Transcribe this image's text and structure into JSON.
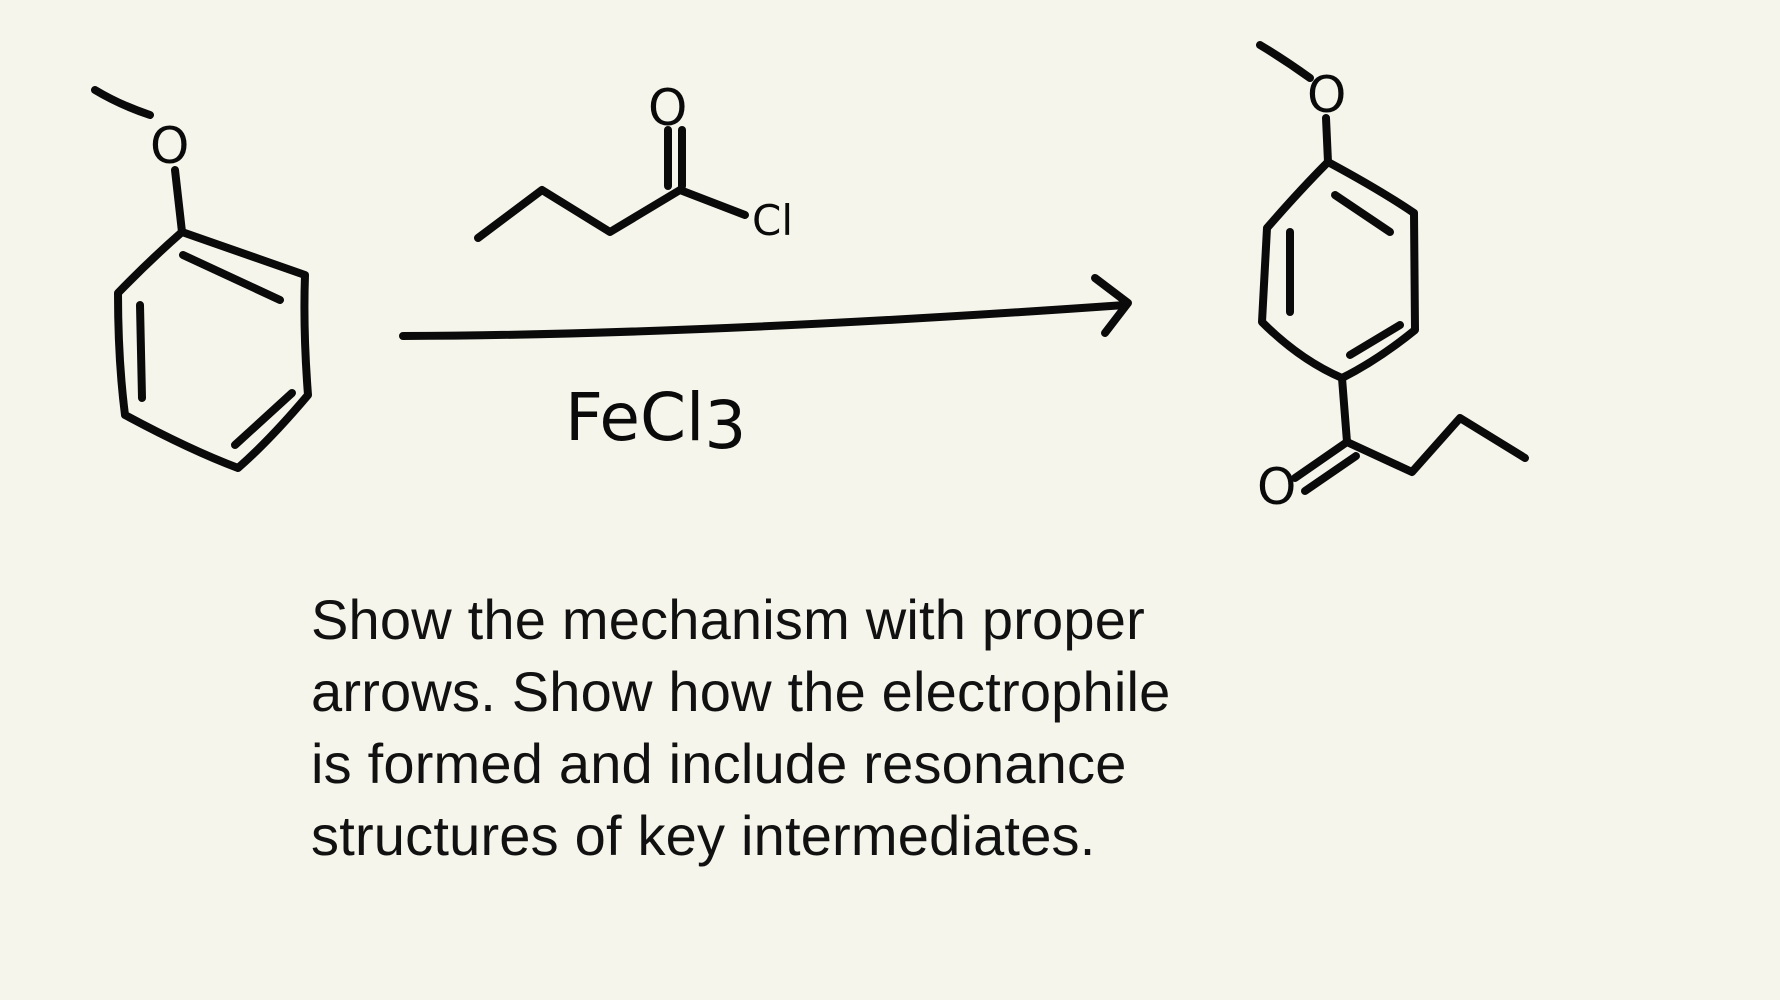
{
  "reactant": {
    "oxygen_label": "O"
  },
  "reagent_acyl_chloride": {
    "oxygen_label": "O",
    "chlorine_label": "Cl"
  },
  "reaction": {
    "catalyst": "FeCl3",
    "catalyst_main": "FeCl",
    "catalyst_subscript": "3"
  },
  "product": {
    "methoxy_oxygen_label": "O",
    "carbonyl_oxygen_label": "O"
  },
  "prompt": {
    "lines": [
      "Show the mechanism with proper",
      "arrows. Show how the electrophile",
      "is formed and include resonance",
      "structures of key intermediates."
    ]
  },
  "colors": {
    "background": "#f6f5eb",
    "ink": "#0a0a0a"
  }
}
